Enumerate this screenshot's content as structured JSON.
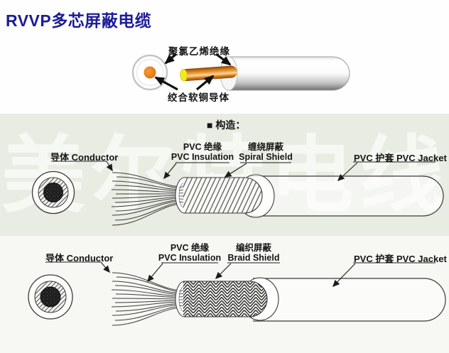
{
  "title": "RVVP多芯屏蔽电缆",
  "construction_heading": "■ 构造：",
  "watermark": "美尔特电线",
  "overview": {
    "insulation_label": "聚氯乙烯绝缘",
    "conductor_label": "绞合软铜导体"
  },
  "spiral_diagram": {
    "conductor_label": "导体 Conductor",
    "insulation_label_zh": "PVC 绝缘",
    "insulation_label_en": "PVC Insulation",
    "shield_label_zh": "缠绕屏蔽",
    "shield_label_en": "Spiral Shield",
    "jacket_label": "PVC 护套 PVC Jacket"
  },
  "braid_diagram": {
    "conductor_label": "导体 Conductor",
    "insulation_label_zh": "PVC 绝缘",
    "insulation_label_en": "PVC Insulation",
    "shield_label_zh": "编织屏蔽",
    "shield_label_en": "Braid Shield",
    "jacket_label": "PVC 护套 PVC Jacket"
  },
  "colors": {
    "title_blue": "#1c1c96",
    "band_green": "#e8ece2",
    "band_bottom": "#f7f7f3",
    "copper_orange": "#e8821e",
    "conductor_tip_yellow": "#f2ea20",
    "line_dark": "#3a3a3a"
  }
}
